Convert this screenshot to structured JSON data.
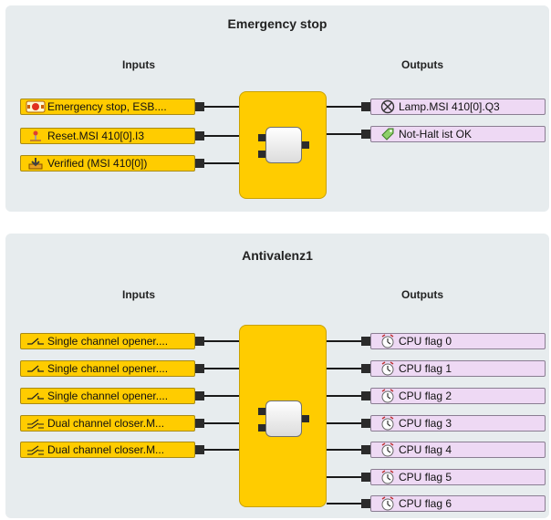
{
  "panels": [
    {
      "title": "Emergency stop",
      "inputs_heading": "Inputs",
      "outputs_heading": "Outputs",
      "inputs": [
        {
          "label": "Emergency stop, ESB....",
          "icon": "emergency-stop-icon"
        },
        {
          "label": "Reset.MSI 410[0].I3",
          "icon": "reset-icon"
        },
        {
          "label": "Verified (MSI 410[0])",
          "icon": "verified-icon"
        }
      ],
      "outputs": [
        {
          "label": "Lamp.MSI 410[0].Q3",
          "icon": "lamp-icon"
        },
        {
          "label": "Not-Halt ist OK",
          "icon": "tag-icon"
        }
      ]
    },
    {
      "title": "Antivalenz1",
      "inputs_heading": "Inputs",
      "outputs_heading": "Outputs",
      "inputs": [
        {
          "label": "Single channel opener....",
          "icon": "opener-contact-icon"
        },
        {
          "label": "Single channel opener....",
          "icon": "opener-contact-icon"
        },
        {
          "label": "Single channel opener....",
          "icon": "opener-contact-icon"
        },
        {
          "label": "Dual channel closer.M...",
          "icon": "dual-closer-icon"
        },
        {
          "label": "Dual channel closer.M...",
          "icon": "dual-closer-icon"
        }
      ],
      "outputs": [
        {
          "label": "CPU flag 0",
          "icon": "cpu-flag-icon"
        },
        {
          "label": "CPU flag 1",
          "icon": "cpu-flag-icon"
        },
        {
          "label": "CPU flag 2",
          "icon": "cpu-flag-icon"
        },
        {
          "label": "CPU flag 3",
          "icon": "cpu-flag-icon"
        },
        {
          "label": "CPU flag 4",
          "icon": "cpu-flag-icon"
        },
        {
          "label": "CPU flag 5",
          "icon": "cpu-flag-icon"
        },
        {
          "label": "CPU flag 6",
          "icon": "cpu-flag-icon"
        }
      ]
    }
  ]
}
